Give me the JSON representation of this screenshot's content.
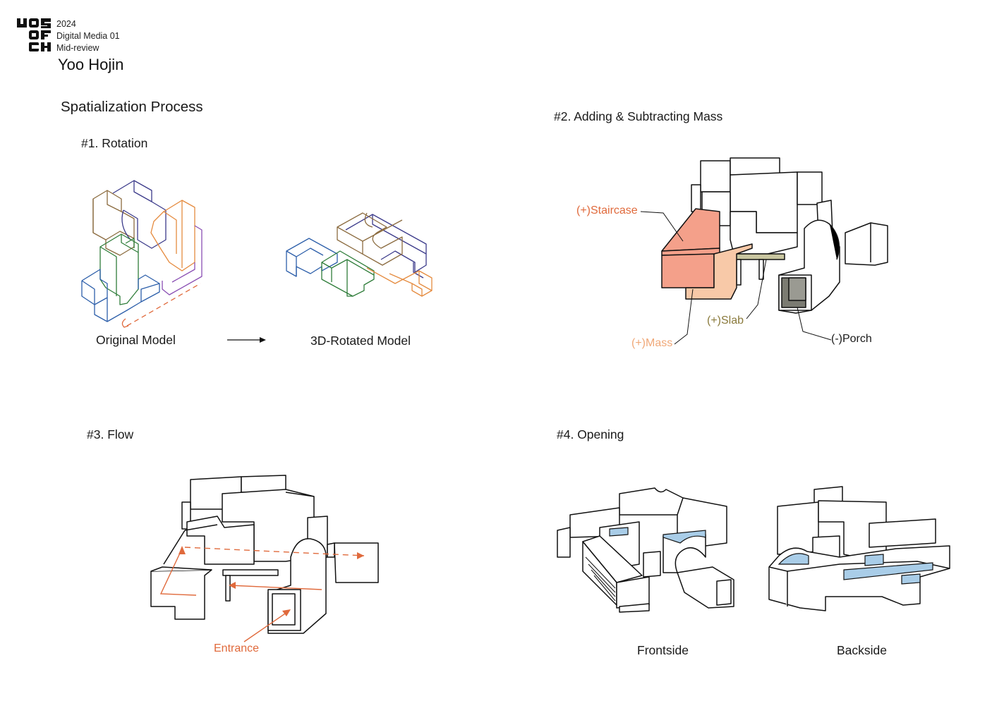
{
  "header": {
    "logo_text": "UOS OF CH",
    "year": "2024",
    "course": "Digital Media 01",
    "review": "Mid-review",
    "author": "Yoo Hojin"
  },
  "page_title": "Spatialization Process",
  "steps": {
    "rotation": {
      "title": "#1. Rotation",
      "original_label": "Original Model",
      "rotated_label": "3D-Rotated Model"
    },
    "mass": {
      "title": "#2. Adding & Subtracting Mass",
      "staircase_label": "(+)Staircase",
      "mass_label": "(+)Mass",
      "slab_label": "(+)Slab",
      "porch_label": "(-)Porch"
    },
    "flow": {
      "title": "#3. Flow",
      "entrance_label": "Entrance"
    },
    "opening": {
      "title": "#4. Opening",
      "frontside_label": "Frontside",
      "backside_label": "Backside"
    }
  },
  "colors": {
    "staircase": "#f4a08a",
    "mass": "#f8c9a8",
    "slab": "#c9c6a0",
    "porch": "#7b7b72",
    "flow": "#e06a3c",
    "opening": "#a9cde8"
  }
}
